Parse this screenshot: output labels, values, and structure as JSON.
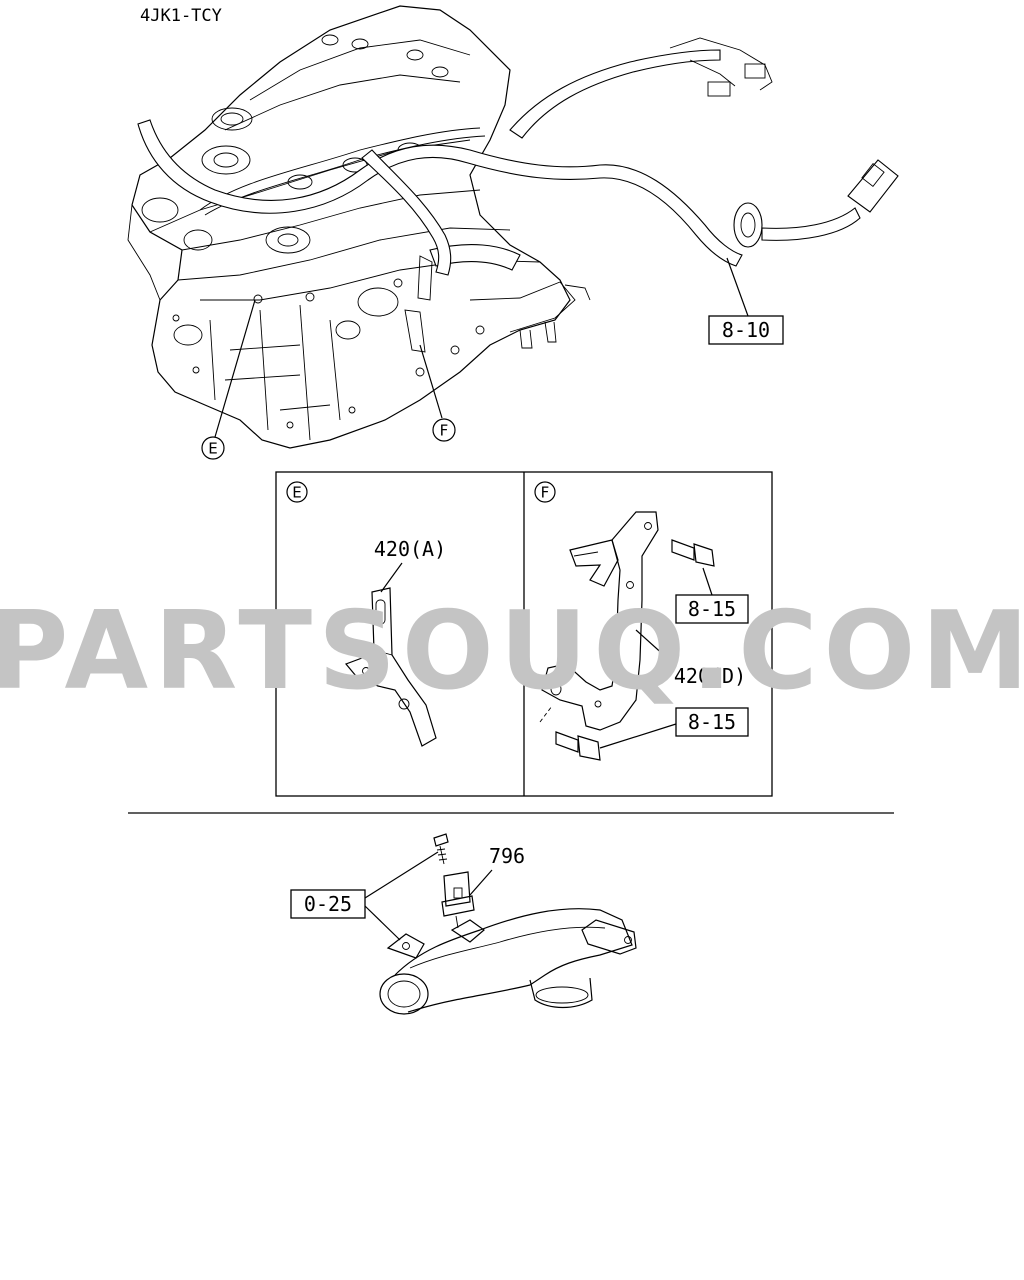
{
  "model_code": "4JK1-TCY",
  "watermark": "PARTSOUQ.COM",
  "callouts": {
    "ref_harness": "8-10",
    "ref_bolt_upper": "8-15",
    "ref_bolt_lower": "8-15",
    "ref_sensor_screw": "0-25",
    "part_bracket_a": "420(A)",
    "part_bracket_d": "420(D)",
    "part_sensor": "796"
  },
  "detail_markers": {
    "e_main": "E",
    "f_main": "F",
    "e_panel": "E",
    "f_panel": "F"
  }
}
